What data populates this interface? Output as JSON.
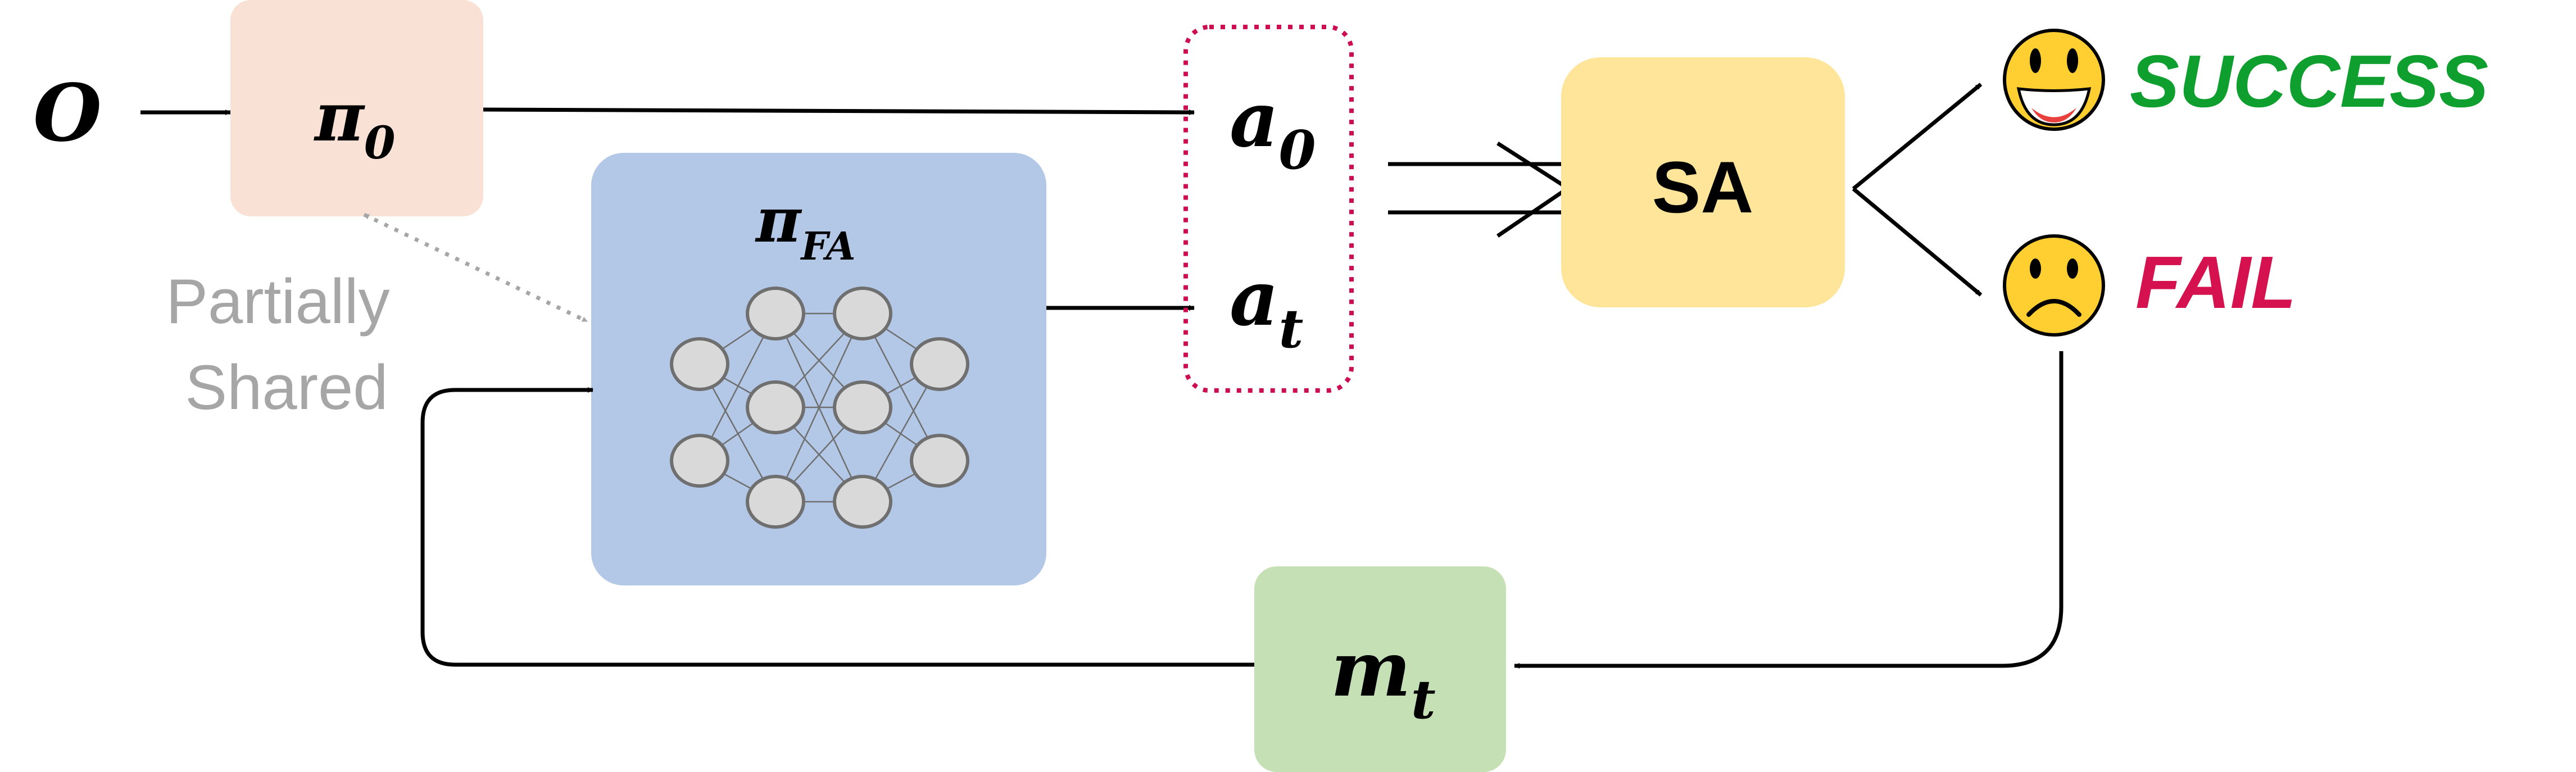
{
  "diagram": {
    "input_label": "O",
    "pi0": {
      "symbol": "π",
      "subscript": "0"
    },
    "pi_fa": {
      "symbol": "π",
      "subscript": "FA"
    },
    "partially_shared": [
      "Partially",
      "Shared"
    ],
    "action0": {
      "symbol": "a",
      "subscript": "0"
    },
    "action_t": {
      "symbol": "a",
      "subscript": "t"
    },
    "sa_label": "SA",
    "success_label": "SUCCESS",
    "fail_label": "FAIL",
    "memory": {
      "symbol": "m",
      "subscript": "t"
    }
  },
  "colors": {
    "pi0_box": "#f9e2d5",
    "pi_fa_box": "#b3c7e7",
    "sa_box": "#fee599",
    "memory_box": "#c5e0b4",
    "action_border": "#cc0d52",
    "success": "#0f9f2e",
    "fail": "#d6114f",
    "partially_shared": "#a6a6a6"
  }
}
